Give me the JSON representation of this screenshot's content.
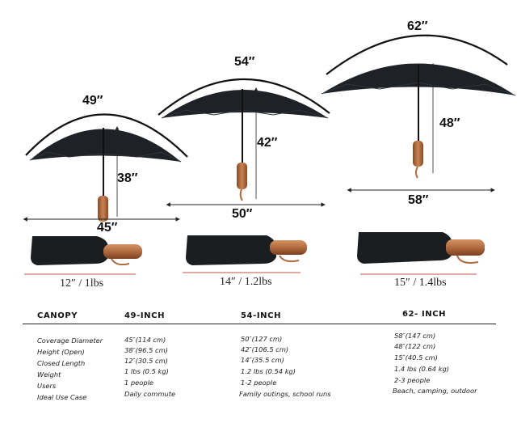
{
  "umbrellas": [
    {
      "canopy_arc": "49″",
      "height": "38″",
      "span": "45″",
      "closed": "12″ / 1lbs"
    },
    {
      "canopy_arc": "54″",
      "height": "42″",
      "span": "50″",
      "closed": "14″ / 1.2lbs"
    },
    {
      "canopy_arc": "62″",
      "height": "48″",
      "span": "58″",
      "closed": "15″ / 1.4lbs"
    }
  ],
  "table": {
    "header": [
      "CANOPY",
      "49-INCH",
      "54-INCH",
      "62- INCH"
    ],
    "rows": [
      [
        "Coverage Diameter",
        "45″(114 cm)",
        "50″(127 cm)",
        "58″(147 cm)"
      ],
      [
        "Height (Open)",
        "38″(96.5 cm)",
        "42″(106.5 cm)",
        "48″(122 cm)"
      ],
      [
        "Closed Length",
        "12″(30.5 cm)",
        "14″(35.5 cm)",
        "15″(40.5 cm)"
      ],
      [
        "Weight",
        "1 lbs (0.5 kg)",
        "1.2 lbs (0.54 kg)",
        "1.4 lbs (0.64 kg)"
      ],
      [
        "Users",
        "1 people",
        "1-2 people",
        "2-3 people"
      ],
      [
        "Ideal Use Case",
        "Daily commute",
        "Family outings, school runs",
        "Beach, camping, outdoor"
      ]
    ]
  },
  "colors": {
    "canopy": "#1e2226",
    "wood_handle": "#b06a3e",
    "accent_line": "#c0504d"
  }
}
